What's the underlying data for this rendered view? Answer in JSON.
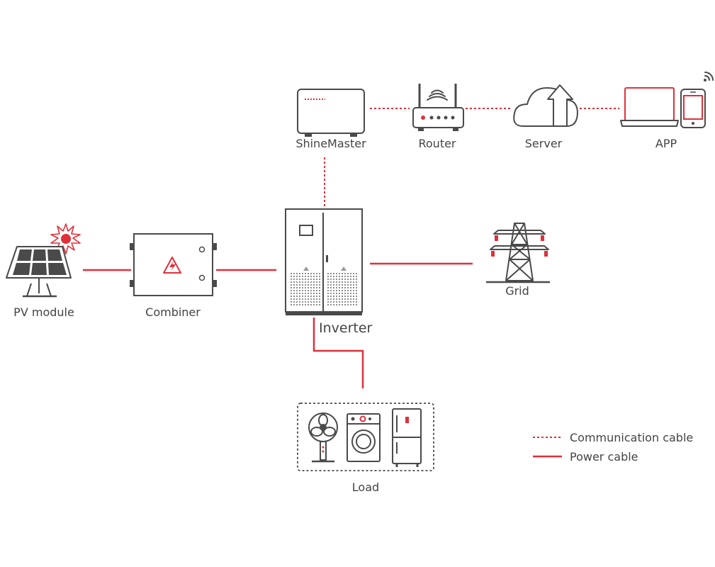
{
  "labels": {
    "shinemaster": "ShineMaster",
    "router": "Router",
    "server": "Server",
    "app": "APP",
    "pv_module": "PV module",
    "combiner": "Combiner",
    "inverter": "Inverter",
    "grid": "Grid",
    "load": "Load"
  },
  "legend": {
    "communication": "Communication cable",
    "power": "Power cable"
  },
  "colors": {
    "accent": "#e0303a",
    "line_art": "#4a4a4a",
    "text": "#444444"
  }
}
